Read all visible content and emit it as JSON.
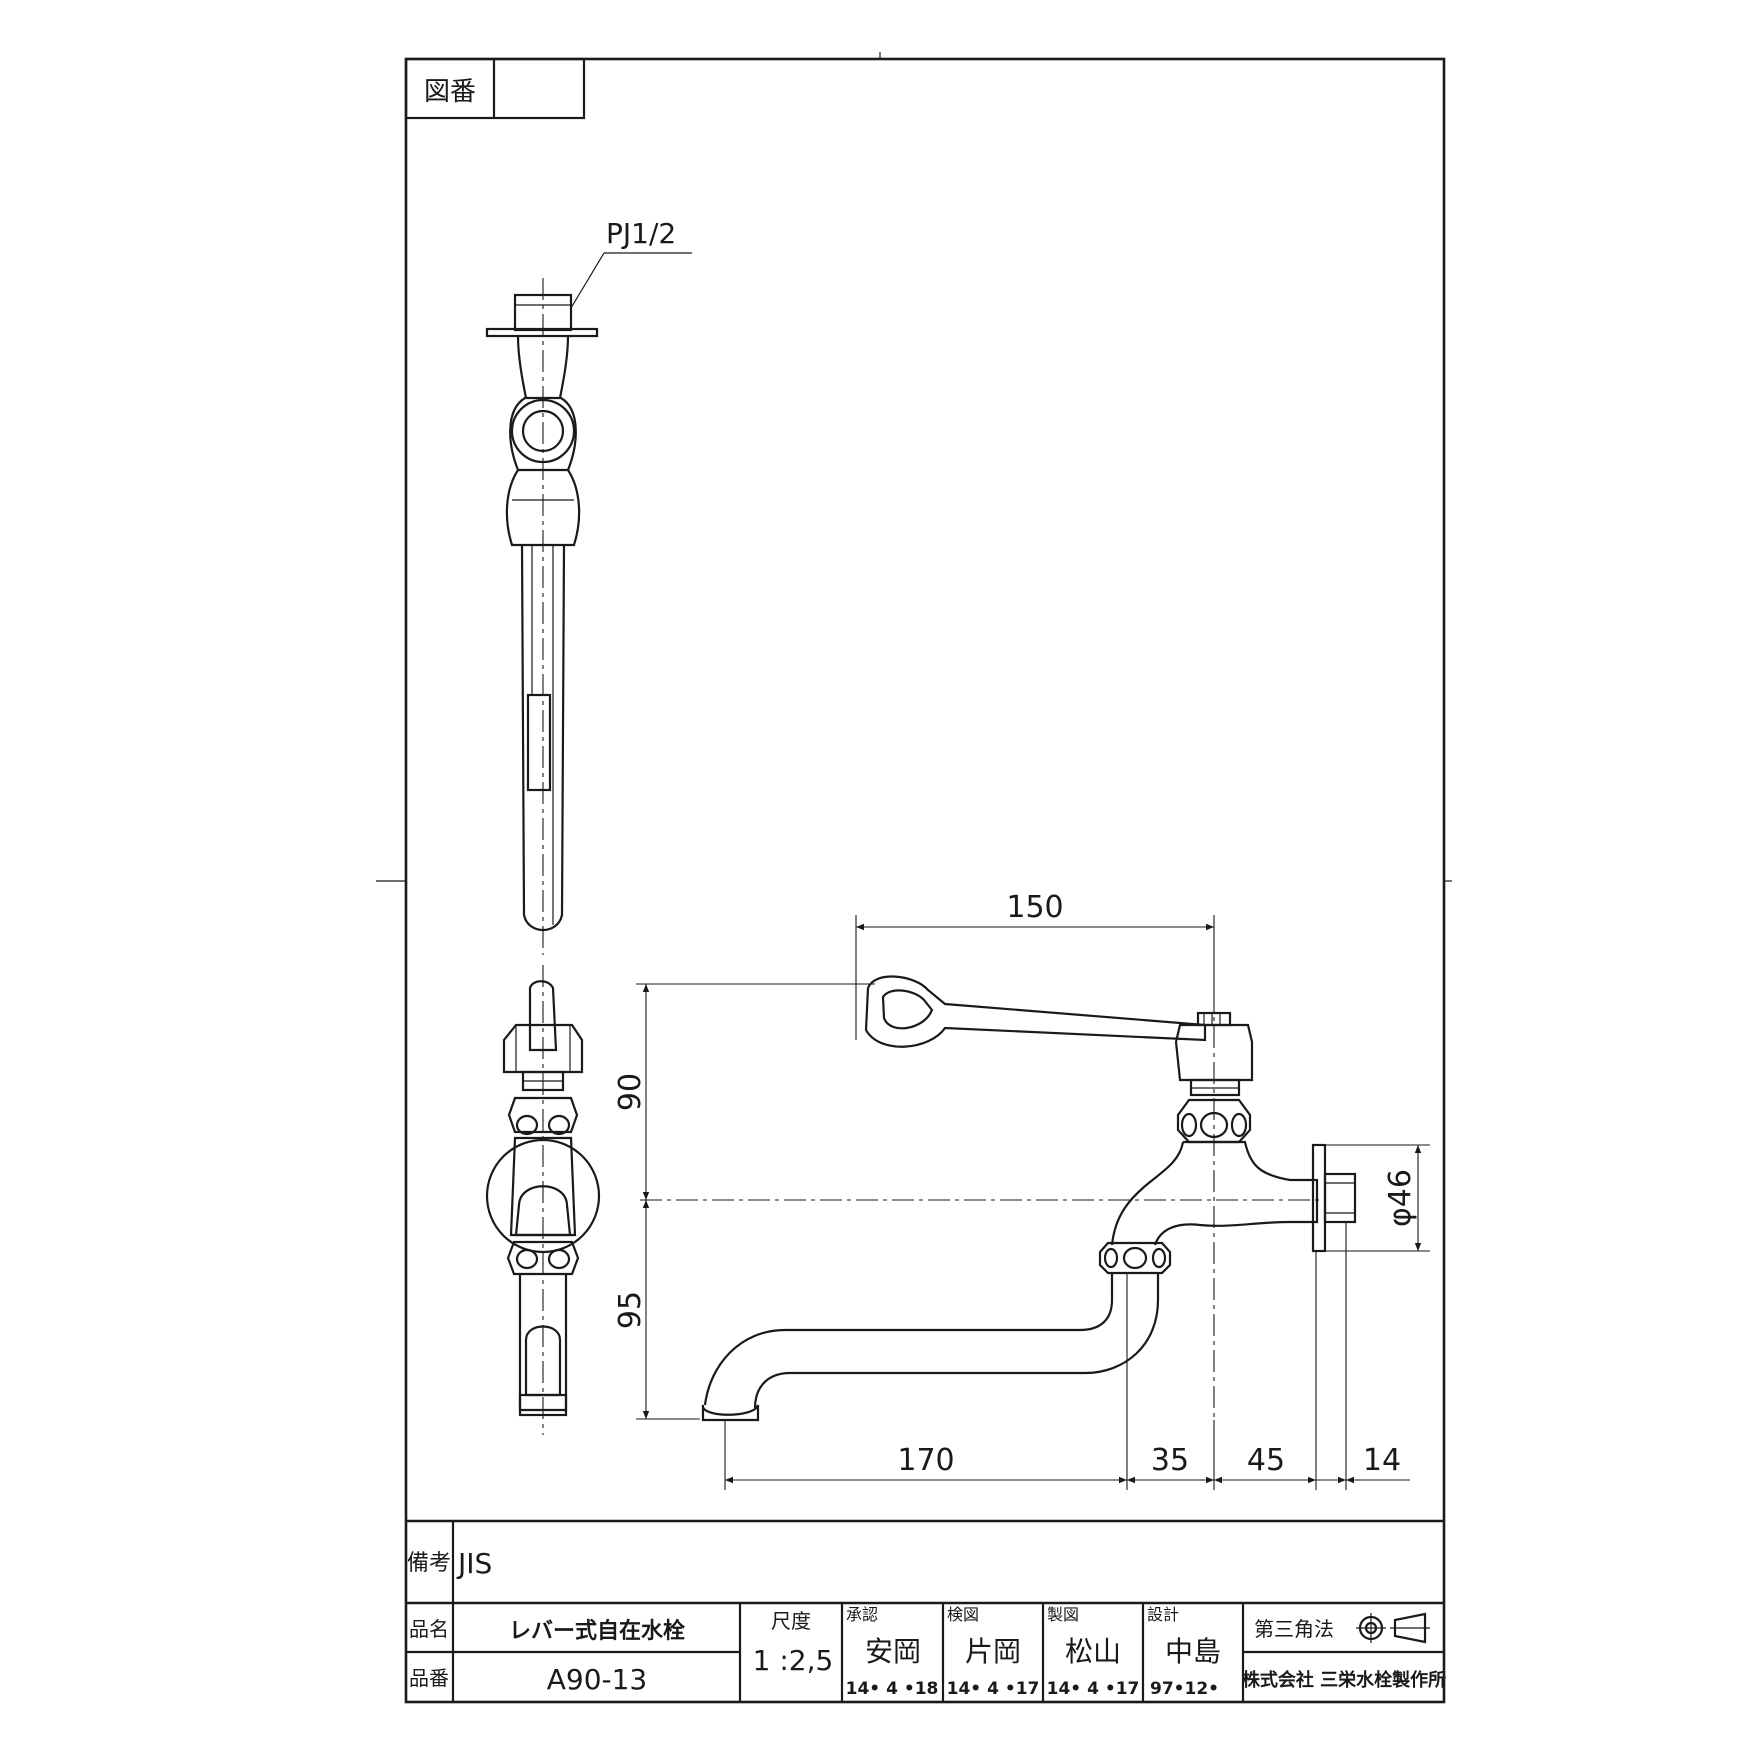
{
  "drawing_number_label": "図番",
  "drawing_number_value": "",
  "thread_callout": "PJ1/2",
  "dimensions": {
    "handle_reach": "150",
    "height_above_axis": "90",
    "height_below_axis": "95",
    "spout_length": "170",
    "offset_35": "35",
    "offset_45": "45",
    "flange_14": "14",
    "flange_diameter": "φ46"
  },
  "remarks": {
    "label": "備考",
    "value": "JIS"
  },
  "title_block": {
    "name_label": "品名",
    "name_value": "レバー式自在水栓",
    "number_label": "品番",
    "number_value": "A90-13",
    "scale_label": "尺度",
    "scale_value": "1 :2,5",
    "approval": {
      "label": "承認",
      "name": "安岡",
      "date": "14• 4 •18"
    },
    "inspection": {
      "label": "検図",
      "name": "片岡",
      "date": "14• 4 •17"
    },
    "drafting": {
      "label": "製図",
      "name": "松山",
      "date": "14• 4 •17"
    },
    "design": {
      "label": "設計",
      "name": "中島",
      "date": "97•12•"
    },
    "projection_method": "第三角法",
    "company": "株式会社 三栄水栓製作所"
  }
}
